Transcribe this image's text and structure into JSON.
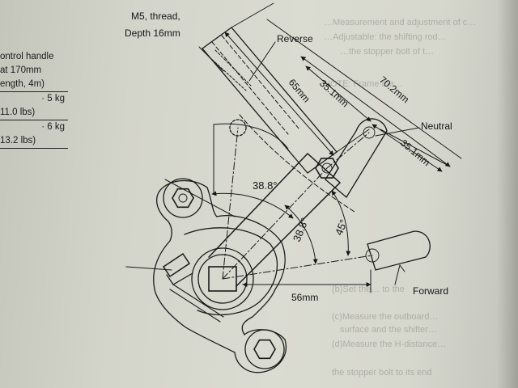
{
  "spec_table": {
    "rows": [
      "ontrol handle",
      "at 170mm",
      "ength, 4m)",
      "· 5 kg",
      "11.0 lbs)",
      "· 6 kg",
      "13.2 lbs)"
    ]
  },
  "labels": {
    "thread": "M5, thread,",
    "depth": "Depth 16mm",
    "reverse": "Reverse",
    "neutral": "Neutral",
    "forward": "Forward",
    "dim_65": "65mm",
    "dim_35a": "35.1mm",
    "dim_70": "70.2mm",
    "dim_35b": "35.1mm",
    "ang_388a": "38.8°",
    "ang_388b": "38.8°",
    "ang_45": "45°",
    "dim_56": "56mm"
  },
  "background_text": {
    "l1": "…Measurement and adjustment of c…",
    "l2": "…Adjustable: the shifting rod…",
    "l3": "…the stopper bolt of t…",
    "l4": "NOTE: Frame the…",
    "l5": "(b)Set the… to the",
    "l6": "(c)Measure the outboard…",
    "l7": "surface and the shifter…",
    "l8": "(d)Measure the H-distance…",
    "l9": "the stopper bolt to its end"
  }
}
